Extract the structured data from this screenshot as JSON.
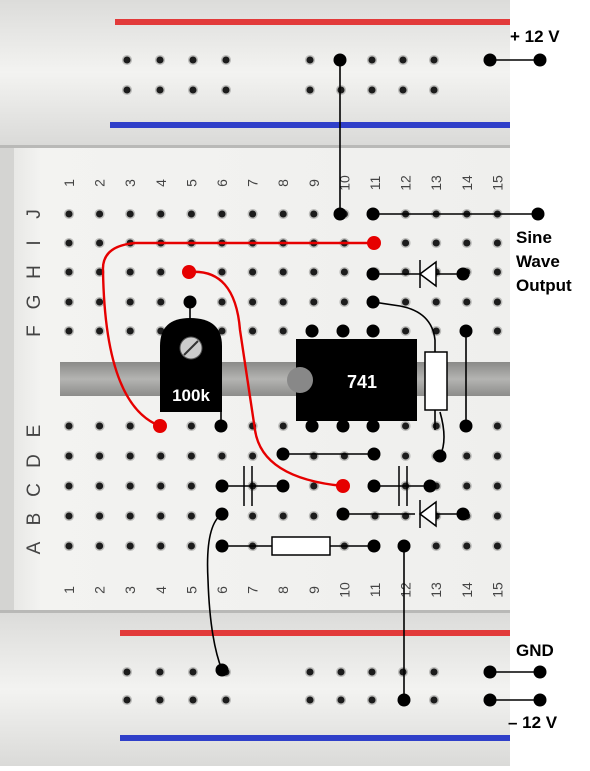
{
  "columns": [
    "1",
    "2",
    "3",
    "4",
    "5",
    "6",
    "7",
    "8",
    "9",
    "10",
    "11",
    "12",
    "13",
    "14",
    "15"
  ],
  "rows_top": [
    "J",
    "I",
    "H",
    "G",
    "F"
  ],
  "rows_bottom": [
    "E",
    "D",
    "C",
    "B",
    "A"
  ],
  "labels": {
    "plus12": "+ 12 V",
    "output_line1": "Sine",
    "output_line2": "Wave",
    "output_line3": "Output",
    "gnd": "GND",
    "minus12": "– 12 V"
  },
  "components": {
    "pot_value": "100k",
    "opamp": "741"
  },
  "colors": {
    "rail_red": "#e23a3a",
    "rail_blue": "#2f3fc9",
    "wire_red": "#e60000",
    "wire_black": "#000000",
    "board": "#f2f2f0",
    "hole": "#1c1c1c"
  }
}
